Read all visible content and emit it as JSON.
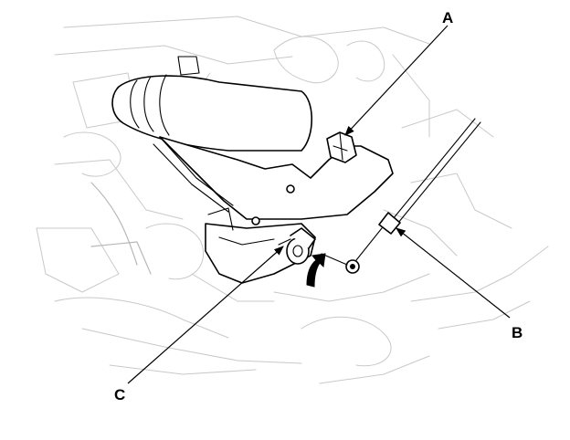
{
  "diagram": {
    "callouts": [
      {
        "id": "A",
        "label": "A"
      },
      {
        "id": "B",
        "label": "B"
      },
      {
        "id": "C",
        "label": "C"
      }
    ],
    "colors": {
      "line": "#000000",
      "background_line": "#c9c9c9",
      "background": "#ffffff"
    }
  }
}
